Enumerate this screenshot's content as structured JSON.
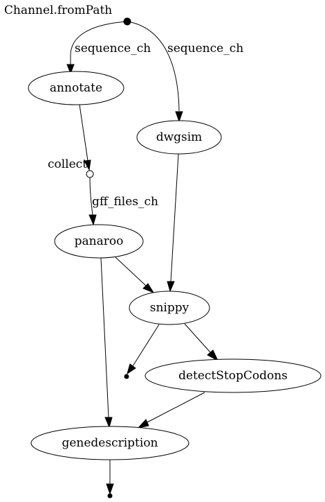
{
  "graph": {
    "source_label": "Channel.fromPath",
    "nodes": {
      "annotate": "annotate",
      "dwgsim": "dwgsim",
      "collect": "collect",
      "panaroo": "panaroo",
      "snippy": "snippy",
      "detect_stop_codons": "detectStopCodons",
      "genedescription": "genedescription"
    },
    "edges": {
      "sequence_left": "sequence_ch",
      "sequence_right": "sequence_ch",
      "gff_files": "gff_files_ch"
    }
  }
}
